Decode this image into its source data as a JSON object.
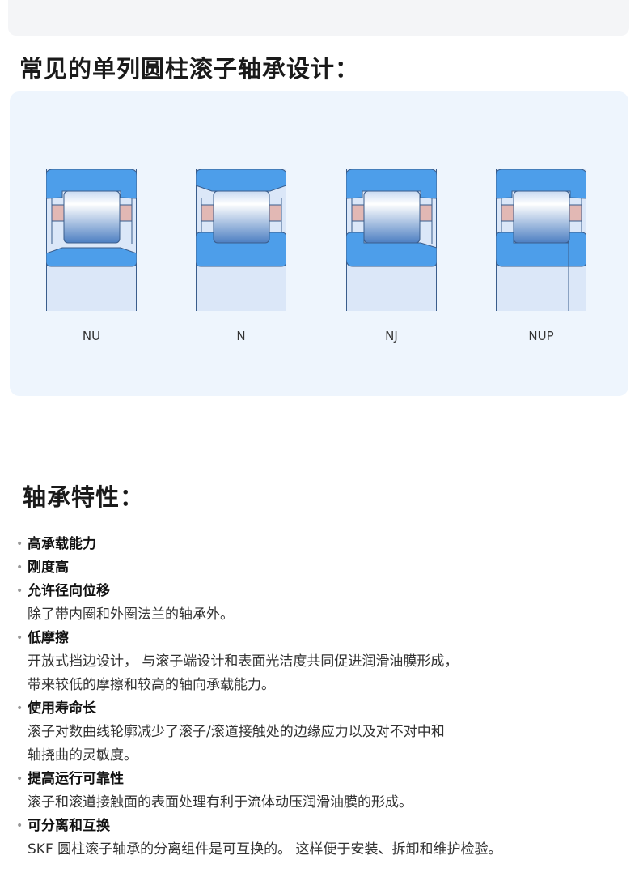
{
  "section1": {
    "title": "常见的单列圆柱滚子轴承设计："
  },
  "bearings": [
    {
      "label": "NU"
    },
    {
      "label": "N"
    },
    {
      "label": "NJ"
    },
    {
      "label": "NUP"
    }
  ],
  "section2": {
    "title": "轴承特性："
  },
  "colors": {
    "ring": "#4d9eea",
    "cage": "#e2b8b4",
    "panel": "#eef5fd"
  },
  "features": [
    {
      "title": "高承载能力",
      "desc": []
    },
    {
      "title": "刚度高",
      "desc": []
    },
    {
      "title": "允许径向位移",
      "desc": [
        "除了带内圈和外圈法兰的轴承外。"
      ]
    },
    {
      "title": "低摩擦",
      "desc": [
        "开放式挡边设计， 与滚子端设计和表面光洁度共同促进润滑油膜形成，",
        "带来较低的摩擦和较高的轴向承载能力。"
      ]
    },
    {
      "title": "使用寿命长",
      "desc": [
        "滚子对数曲线轮廓减少了滚子/滚道接触处的边缘应力以及对不对中和",
        "轴挠曲的灵敏度。"
      ]
    },
    {
      "title": "提高运行可靠性",
      "desc": [
        "滚子和滚道接触面的表面处理有利于流体动压润滑油膜的形成。"
      ]
    },
    {
      "title": "可分离和互换",
      "desc": [
        "SKF 圆柱滚子轴承的分离组件是可互换的。 这样便于安装、拆卸和维护检验。"
      ]
    }
  ]
}
